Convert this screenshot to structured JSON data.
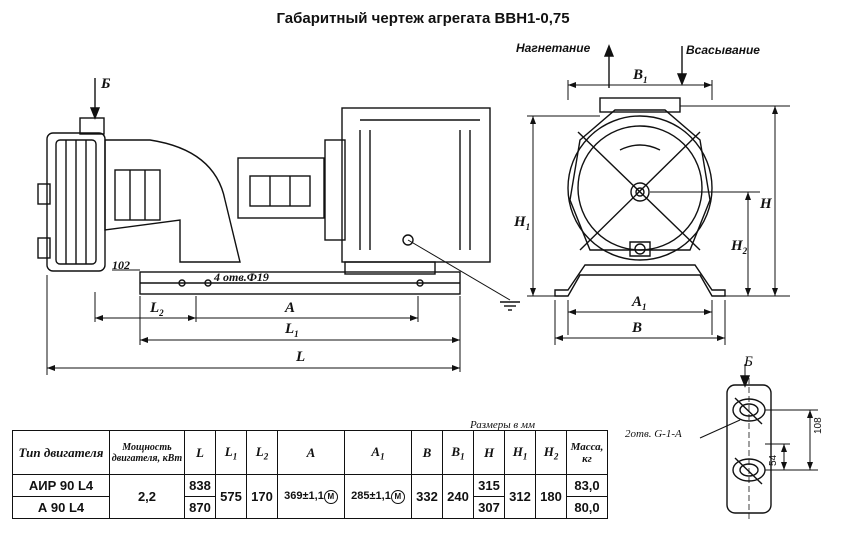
{
  "title": "Габаритный чертеж агрегата ВВН1-0,75",
  "flow": {
    "discharge": "Нагнетание",
    "suction": "Всасывание"
  },
  "dims": {
    "L": "L",
    "L1": "L",
    "L1_sub": "1",
    "L2": "L",
    "L2_sub": "2",
    "A": "A",
    "A1": "A",
    "A1_sub": "1",
    "B": "B",
    "B1": "B",
    "B1_sub": "1",
    "H": "H",
    "H1": "H",
    "H1_sub": "1",
    "H2": "H",
    "H2_sub": "2",
    "d102": "102",
    "holes": "4 отв.Ф19",
    "view_b": "Б",
    "view_b2": "Б",
    "d108": "108",
    "d54": "54",
    "thread": "2отв. G-1-A"
  },
  "table": {
    "units": "Размеры в мм",
    "headers": {
      "motor_type": "Тип двигателя",
      "power": "Мощность двигателя, кВт",
      "L": "L",
      "L1": "L",
      "L1s": "1",
      "L2": "L",
      "L2s": "2",
      "A": "A",
      "A1": "A",
      "A1s": "1",
      "B": "B",
      "B1": "B",
      "B1s": "1",
      "H": "H",
      "H1": "H",
      "H1s": "1",
      "H2": "H",
      "H2s": "2",
      "mass": "Масса, кг"
    },
    "rows": [
      {
        "motor": "АИР 90 L4",
        "L": "838",
        "H": "315",
        "mass": "83,0"
      },
      {
        "motor": "А 90 L4",
        "L": "870",
        "H": "307",
        "mass": "80,0"
      }
    ],
    "shared": {
      "power": "2,2",
      "L1": "575",
      "L2": "170",
      "A": "369±1,1",
      "A1": "285±1,1",
      "B": "332",
      "B1": "240",
      "H1": "312",
      "H2": "180"
    },
    "tol_mark": "М"
  }
}
